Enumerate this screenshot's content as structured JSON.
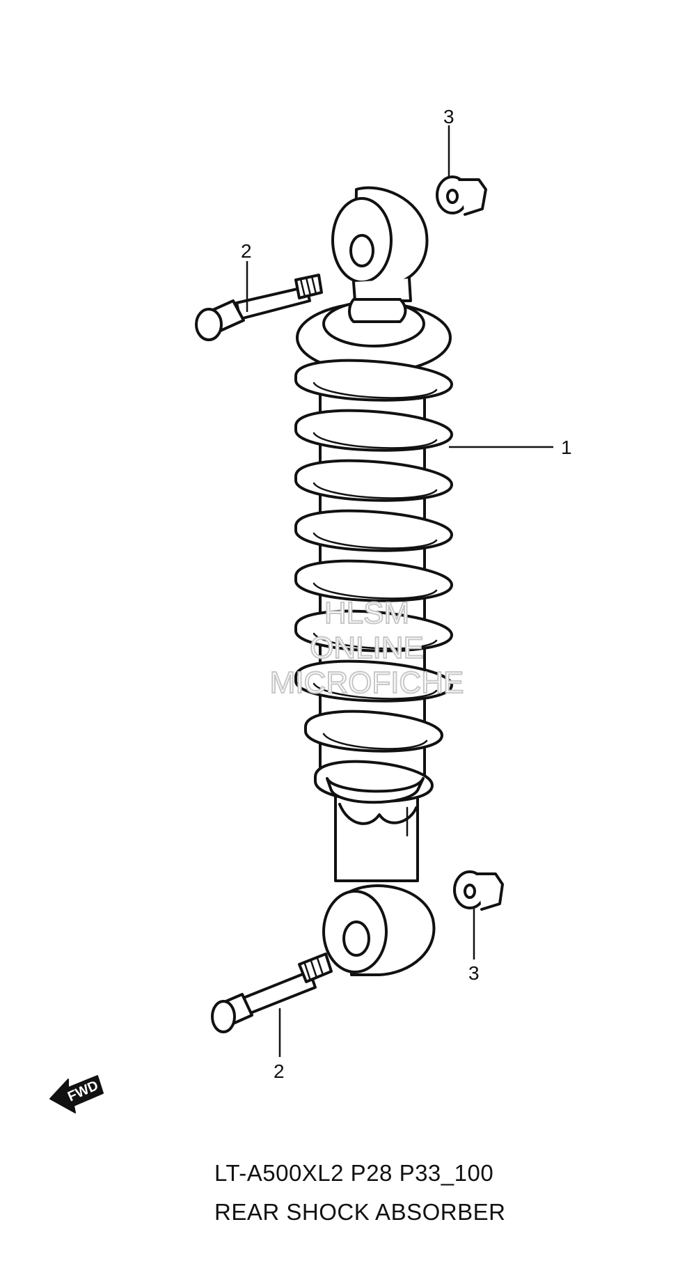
{
  "callouts": {
    "shock_absorber": "1",
    "bolt_top": "2",
    "bolt_bottom": "2",
    "nut_top": "3",
    "nut_bottom": "3"
  },
  "fwd_label": "FWD",
  "watermark": {
    "line1": "HLSM",
    "line2": "ONLINE",
    "line3": "MICROFICHE"
  },
  "caption": {
    "model_code": "LT-A500XL2 P28 P33_100",
    "section_name": "REAR SHOCK ABSORBER"
  },
  "colors": {
    "line": "#111111",
    "background": "#ffffff",
    "watermark_outline": "#c7c7c7"
  }
}
